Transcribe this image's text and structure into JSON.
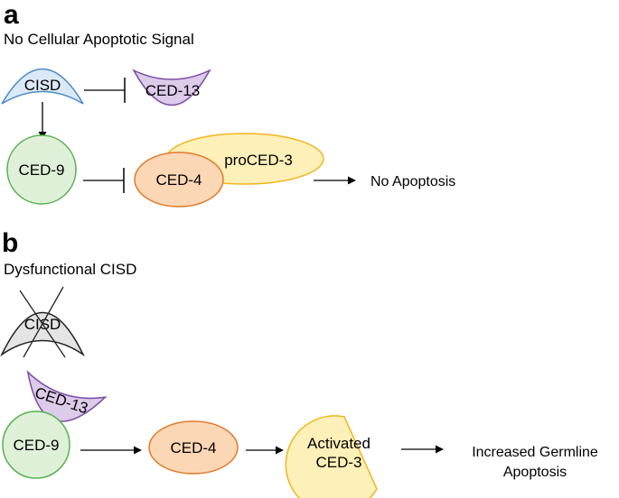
{
  "panel_a": {
    "letter": "a",
    "title": "No Cellular Apoptotic Signal",
    "cisd": "CISD",
    "ced13": "CED-13",
    "ced9": "CED-9",
    "ced4": "CED-4",
    "proced3": "proCED-3",
    "outcome": "No Apoptosis"
  },
  "panel_b": {
    "letter": "b",
    "title": "Dysfunctional CISD",
    "cisd": "CISD",
    "ced13": "CED-13",
    "ced9": "CED-9",
    "ced4": "CED-4",
    "ced3_line1": "Activated",
    "ced3_line2": "CED-3",
    "outcome_line1": "Increased Germline",
    "outcome_line2": "Apoptosis"
  },
  "colors": {
    "cisd_fill": "#dbe9f7",
    "cisd_stroke": "#4a8ac9",
    "ced13_fill": "#dccbe9",
    "ced13_stroke": "#7a4aa6",
    "ced9_fill": "#dff0d8",
    "ced9_stroke": "#56b14f",
    "ced4_fill": "#fbd7b6",
    "ced4_stroke": "#e07b2c",
    "ced3_fill": "#fdf0b8",
    "ced3_stroke": "#f2b51e",
    "disabled_fill": "#e4e4e4",
    "disabled_stroke": "#222222"
  }
}
